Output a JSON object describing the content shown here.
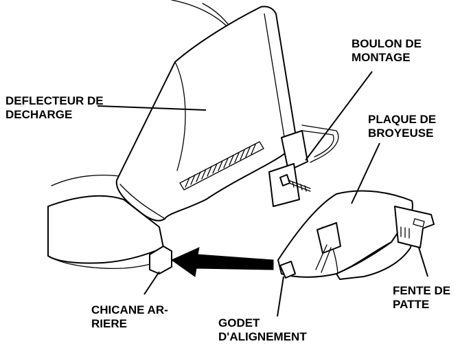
{
  "labels": {
    "mounting_bolt": [
      "BOULON DE",
      "MONTAGE"
    ],
    "discharge_deflector": [
      "DEFLECTEUR DE",
      "DECHARGE"
    ],
    "mulching_plate": [
      "PLAQUE DE",
      "BROYEUSE"
    ],
    "tab_slot": [
      "FENTE DE",
      "PATTE"
    ],
    "rear_baffle": [
      "CHICANE AR-",
      "RIERE"
    ],
    "alignment_cup": [
      "GODET",
      "D'ALIGNEMENT"
    ]
  }
}
